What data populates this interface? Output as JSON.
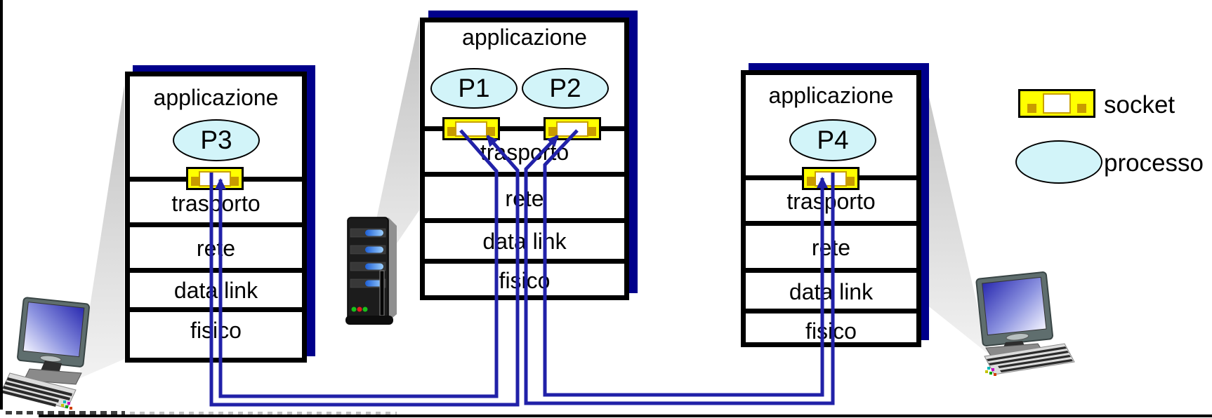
{
  "diagram": {
    "stacks": [
      {
        "title": "applicazione",
        "layers": [
          "trasporto",
          "rete",
          "data link",
          "fisico"
        ],
        "processes": [
          {
            "label": "P3"
          }
        ]
      },
      {
        "title": "applicazione",
        "layers": [
          "trasporto",
          "rete",
          "data link",
          "fisico"
        ],
        "processes": [
          {
            "label": "P1"
          },
          {
            "label": "P2"
          }
        ]
      },
      {
        "title": "applicazione",
        "layers": [
          "trasporto",
          "rete",
          "data link",
          "fisico"
        ],
        "processes": [
          {
            "label": "P4"
          }
        ]
      }
    ],
    "legend": {
      "socket_label": "socket",
      "process_label": "processo"
    },
    "icons": {
      "server": "server-tower-icon",
      "client_left": "desktop-computer-icon",
      "client_right": "desktop-computer-icon",
      "socket": "socket-icon",
      "process": "process-ellipse"
    },
    "colors": {
      "shadow_navy": "#00008b",
      "connector_blue": "#2121a8",
      "socket_yellow": "#ffff00",
      "socket_pin": "#c89b00",
      "process_fill": "#d2f4f9",
      "beam_gray": "#c9c9c9"
    }
  }
}
